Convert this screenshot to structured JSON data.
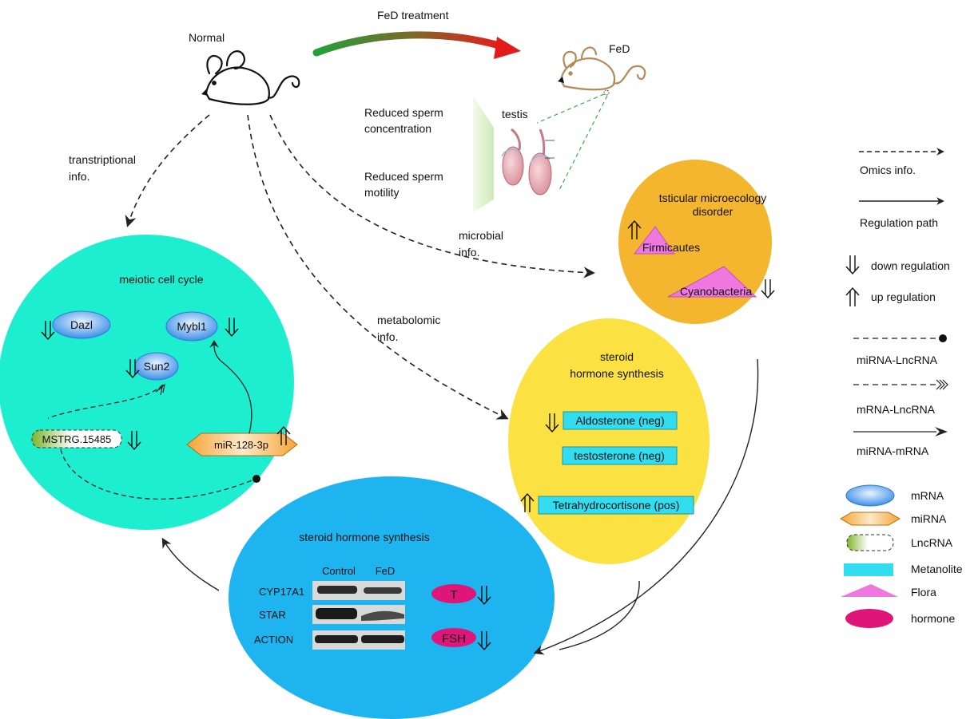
{
  "top": {
    "normal_label": "Normal",
    "treatment_label": "FeD treatment",
    "fed_label": "FeD",
    "testis_label": "testis",
    "sperm_conc_line1": "Reduced sperm",
    "sperm_conc_line2": "concentration",
    "sperm_mot_line1": "Reduced sperm",
    "sperm_mot_line2": "motility"
  },
  "omics": {
    "transcriptional_line1": "transtriptional",
    "transcriptional_line2": "info.",
    "microbial_line1": "microbial",
    "microbial_line2": "info.",
    "metabolomic_line1": "metabolomic",
    "metabolomic_line2": "info."
  },
  "microecology": {
    "title_line1": "tsticular microecology",
    "title_line2": "disorder",
    "flora": [
      "Firmicautes",
      "Cyanobacteria"
    ]
  },
  "steroid_yellow": {
    "title_line1": "steroid",
    "title_line2": "hormone synthesis",
    "metabolites": [
      "Aldosterone (neg)",
      "testosterone (neg)",
      "Tetrahydrocortisone (pos)"
    ]
  },
  "meiotic": {
    "title": "meiotic cell cycle",
    "mrna": [
      "Dazl",
      "Mybl1",
      "Sun2"
    ],
    "lncrna": "MSTRG.15485",
    "mirna": "miR-128-3p"
  },
  "steroid_blue": {
    "title": "steroid hormone synthesis",
    "columns": [
      "Control",
      "FeD"
    ],
    "rows": [
      "CYP17A1",
      "STAR",
      "ACTION"
    ],
    "hormones": [
      "T",
      "FSH"
    ]
  },
  "legend": {
    "omics": "Omics info.",
    "regulation": "Regulation path",
    "down": "down regulation",
    "up": "up regulation",
    "mirna_lncrna": "miRNA-LncRNA",
    "mrna_lncrna": "mRNA-LncRNA",
    "mirna_mrna": "miRNA-mRNA",
    "types": [
      "mRNA",
      "miRNA",
      "LncRNA",
      "Metanolite",
      "Flora",
      "hormone"
    ]
  },
  "colors": {
    "meiotic_circle": "#1EEED0",
    "blue_circle": "#1EB4F0",
    "yellow_circle": "#FBE142",
    "orange_circle": "#F3B62E",
    "mrna_blue": "#5AA8F0",
    "mirna_orange": "#F0A23A",
    "lncrna_green": "#8CBF2F",
    "metabolite_cyan": "#33DDF0",
    "flora_pink": "#EE77E0",
    "hormone_magenta": "#E0157A",
    "arrow_green": "#2A9A3A",
    "arrow_red": "#E02020"
  }
}
